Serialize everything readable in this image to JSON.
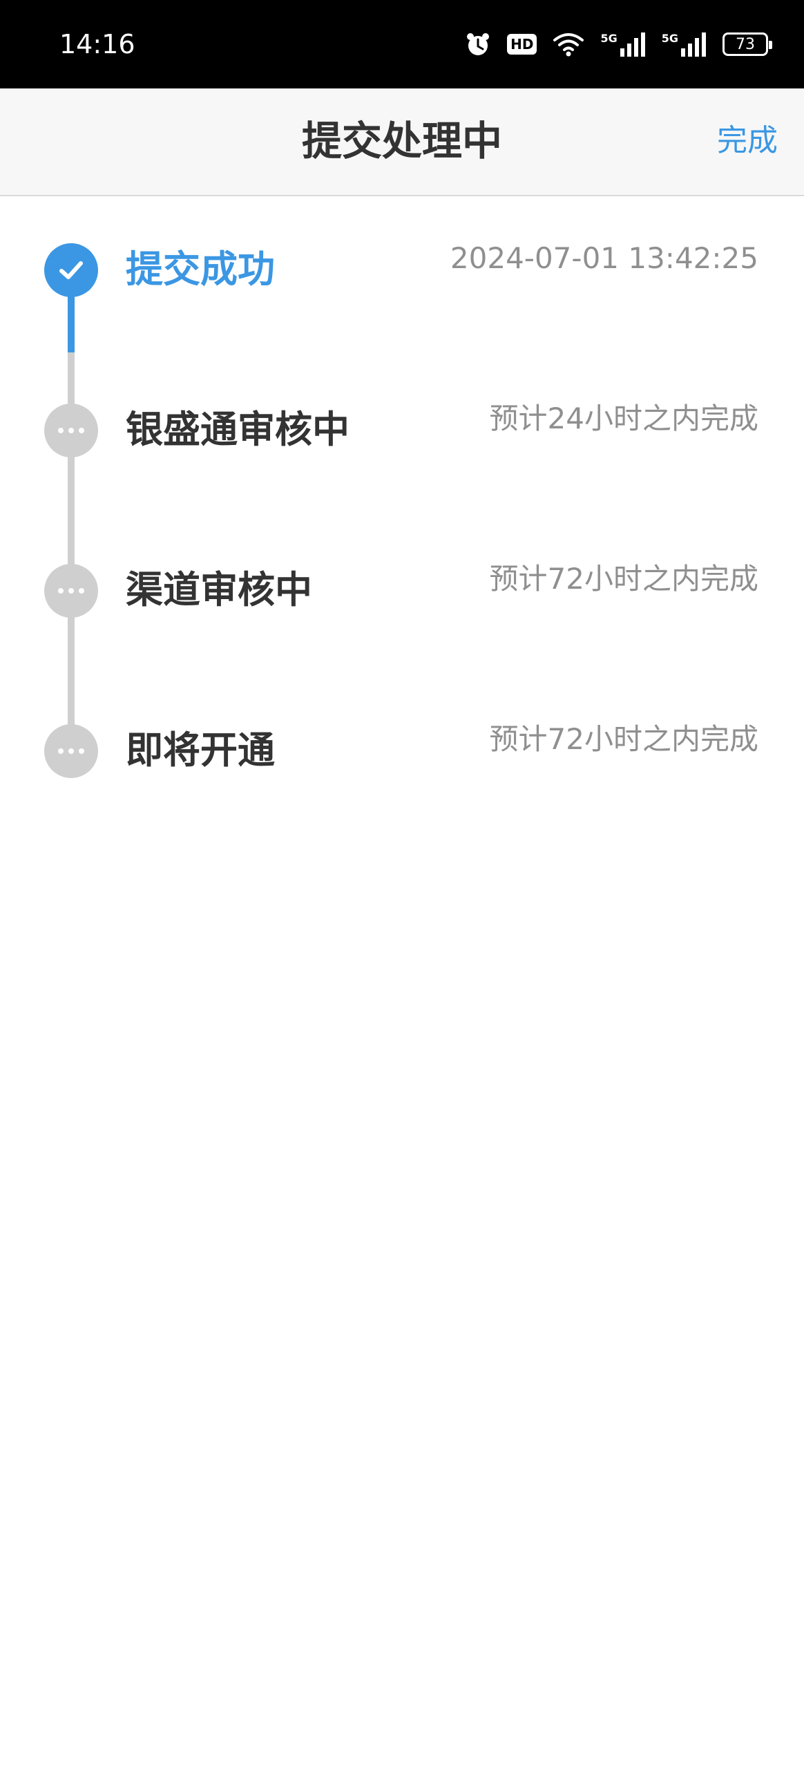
{
  "status_bar": {
    "time": "14:16",
    "battery": "73",
    "hd_badge": "HD",
    "network_5g_1": "5G",
    "network_5g_2": "5G",
    "icons": [
      "alarm-icon",
      "hd-icon",
      "wifi-icon",
      "signal-5g-icon",
      "signal-5g-icon",
      "battery-icon"
    ]
  },
  "header": {
    "title": "提交处理中",
    "done_label": "完成"
  },
  "timeline": {
    "steps": [
      {
        "label": "提交成功",
        "meta": "2024-07-01 13:42:25",
        "status": "done"
      },
      {
        "label": "银盛通审核中",
        "meta": "预计24小时之内完成",
        "status": "pending"
      },
      {
        "label": "渠道审核中",
        "meta": "预计72小时之内完成",
        "status": "pending"
      },
      {
        "label": "即将开通",
        "meta": "预计72小时之内完成",
        "status": "pending"
      }
    ]
  },
  "colors": {
    "accent": "#3b97e3",
    "pending": "#cfcfcf",
    "text_primary": "#333333",
    "text_secondary": "#8f8f8f",
    "header_bg": "#f7f7f7",
    "status_bar_bg": "#000000"
  }
}
